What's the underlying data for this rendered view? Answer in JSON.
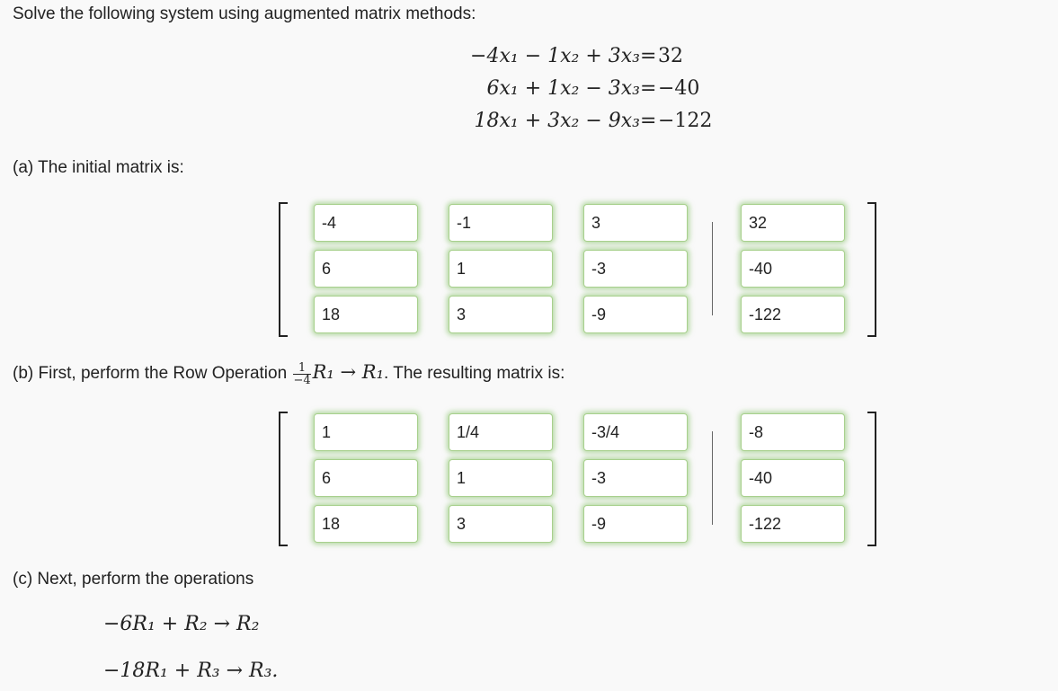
{
  "prompt": "Solve the following system using augmented matrix methods:",
  "equations": [
    {
      "lhs": "−4x₁ − 1x₂ + 3x₃",
      "rel": "=",
      "rhs": "32"
    },
    {
      "lhs": "6x₁ + 1x₂ − 3x₃",
      "rel": "=",
      "rhs": "−40"
    },
    {
      "lhs": "18x₁ + 3x₂ − 9x₃",
      "rel": "=",
      "rhs": "−122"
    }
  ],
  "part_a": {
    "label": "(a) The initial matrix is:",
    "matrix": [
      [
        "-4",
        "-1",
        "3",
        "32"
      ],
      [
        "6",
        "1",
        "-3",
        "-40"
      ],
      [
        "18",
        "3",
        "-9",
        "-122"
      ]
    ]
  },
  "part_b": {
    "label_prefix": "(b) First, perform the Row Operation",
    "frac_num": "1",
    "frac_den": "−4",
    "op_text": "R₁ → R₁",
    "label_suffix": ". The resulting matrix is:",
    "matrix": [
      [
        "1",
        "1/4",
        "-3/4",
        "-8"
      ],
      [
        "6",
        "1",
        "-3",
        "-40"
      ],
      [
        "18",
        "3",
        "-9",
        "-122"
      ]
    ]
  },
  "part_c": {
    "label": "(c) Next, perform the operations",
    "ops": [
      "−6R₁ + R₂ → R₂",
      "−18R₁ + R₃ → R₃."
    ]
  }
}
